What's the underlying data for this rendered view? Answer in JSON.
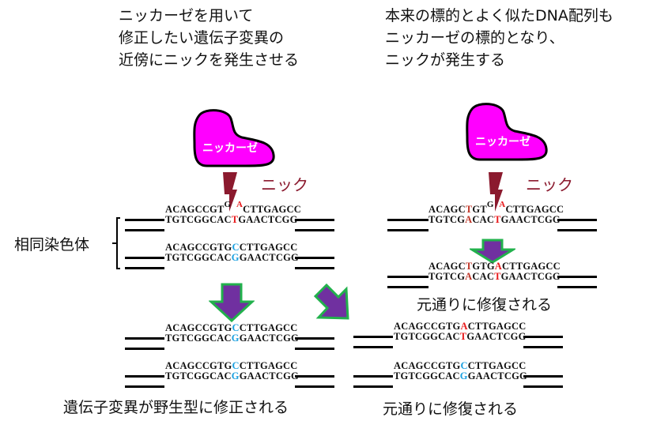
{
  "left_caption": [
    "ニッカーゼを用いて",
    "修正したい遺伝子変異の",
    "近傍にニックを発生させる"
  ],
  "right_caption": [
    "本来の標的とよく似たDNA配列も",
    "ニッカーゼの標的となり、",
    "ニックが発生する"
  ],
  "enzyme_label": "ニッカーゼ",
  "nick_label": "ニック",
  "homolog_label": "相同染色体",
  "left_top": {
    "top1": "ACAGCCGT",
    "top_g": "G",
    "top_a": "A",
    "top2": "CTTGAGCC",
    "bottom1": "TGTCGGCAC",
    "bottom_mut": "T",
    "bottom2": "GAACTCGG"
  },
  "left_homolog": {
    "top1": "ACAGCCGTG",
    "top_mut": "C",
    "top2": "CTTGAGCC",
    "bottom1": "TGTCGGCAC",
    "bottom_mut": "G",
    "bottom2": "GAACTCGG"
  },
  "right_top": {
    "top1": "ACAGC",
    "top_t": "T",
    "top2": "GT",
    "top_g": "G",
    "top_a": "A",
    "top3": "CTTGAGCC",
    "bottom1": "TGTCG",
    "bottom_a": "A",
    "bottom2": "CAC",
    "bottom_t": "T",
    "bottom3": "GAACTCGG"
  },
  "right_repaired": {
    "top1": "ACAGC",
    "top_t": "T",
    "top2": "GTG",
    "top_a": "A",
    "top3": "CTTGAGCC",
    "bottom1": "TGTCG",
    "bottom_a": "A",
    "bottom2": "CAC",
    "bottom_t": "T",
    "bottom3": "GAACTCGG",
    "caption": "元通りに修復される"
  },
  "left_result": {
    "top1": "ACAGCCGTG",
    "top_mut": "C",
    "top2": "CTTGAGCC",
    "bottom1": "TGTCGGCAC",
    "bottom_mut": "G",
    "bottom2": "GAACTCGG",
    "caption": "遺伝子変異が野生型に修正される"
  },
  "middle_result": {
    "a_top1": "ACAGCCGTG",
    "a_top_mut": "A",
    "a_top2": "CTTGAGCC",
    "a_bottom1": "TGTCGGCAC",
    "a_bottom_mut": "T",
    "a_bottom2": "GAACTCGG",
    "b_top1": "ACAGCCGTG",
    "b_top_mut": "C",
    "b_top2": "CTTGAGCC",
    "b_bottom1": "TGTCGGCAC",
    "b_bottom_mut": "G",
    "b_bottom2": "GAACTCGG",
    "caption": "元通りに修復される"
  },
  "colors": {
    "enzyme": "#ff00ff",
    "nick": "#8b1a2e",
    "arrow_fill": "#7030a0",
    "arrow_stroke": "#22b14c",
    "mutation_red": "#e8191b",
    "wildtype_blue": "#1aa0e0"
  }
}
